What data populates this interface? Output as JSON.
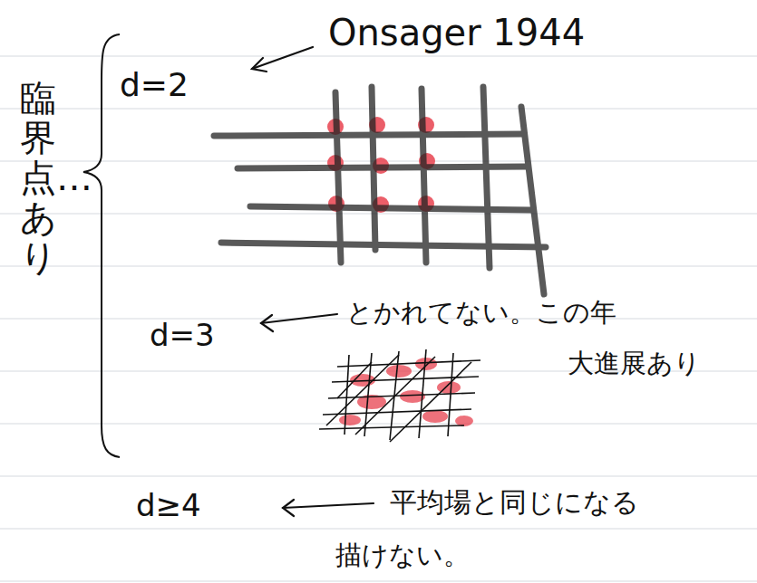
{
  "diagram": {
    "labels": [
      "Onsager 1944",
      "d=2",
      "臨界点…あり",
      "d=3",
      "とかれてない。この年",
      "大進展あり",
      "d≥4",
      "平均場と同じになる",
      "描けない。"
    ]
  }
}
